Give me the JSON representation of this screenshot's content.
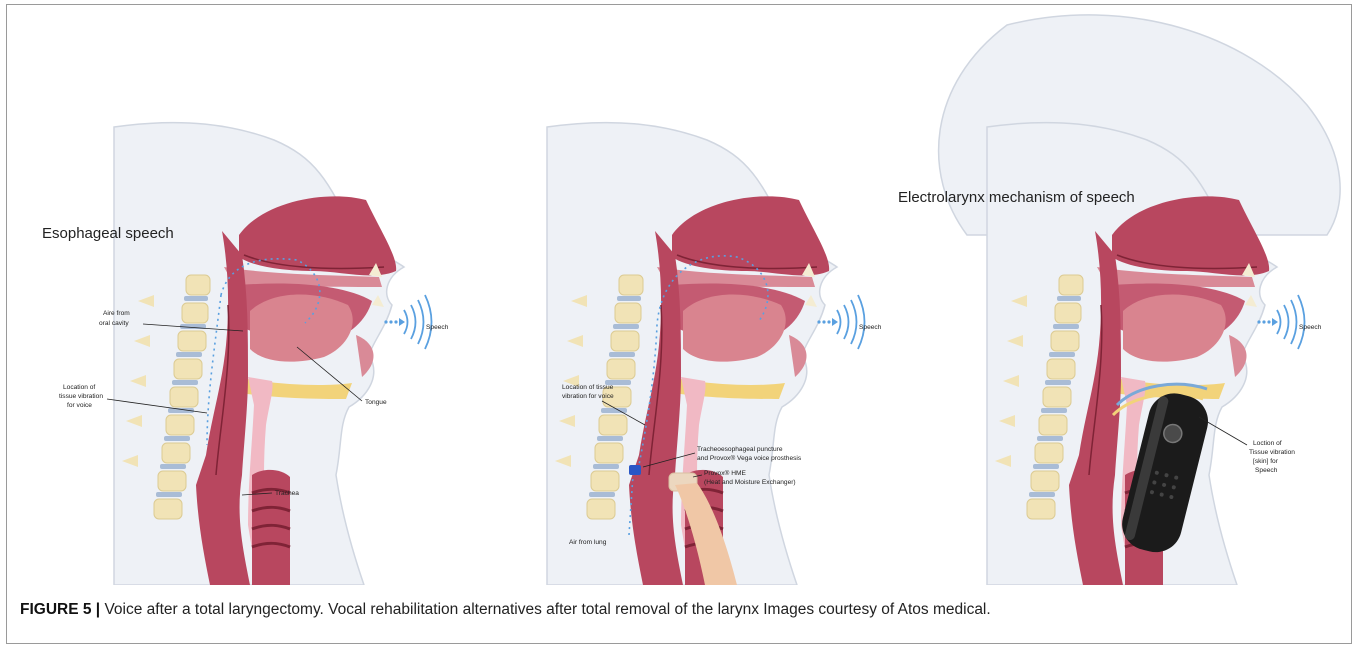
{
  "panels": [
    {
      "title": "Esophageal speech",
      "labels": {
        "speech": "Speech",
        "air_line1": "Aire from",
        "air_line2": "oral cavity",
        "tongue": "Tongue",
        "vib_line1": "Location of",
        "vib_line2": "tissue vibration",
        "vib_line3": "for voice",
        "trachea": "Trachea"
      }
    },
    {
      "title": "",
      "labels": {
        "speech": "Speech",
        "vib_line1": "Location of tissue",
        "vib_line2": "vibration for voice",
        "tep_line1": "Tracheoesophageal puncture",
        "tep_line2": "and Provox® Vega voice prosthesis",
        "hme_line1": "Provox® HME",
        "hme_line2": "(Heat and Moisture Exchanger)",
        "air_lung": "Air from lung"
      }
    },
    {
      "title": "Electrolarynx mechanism of  speech",
      "labels": {
        "speech": "Speech",
        "loc_line1": "Loction of",
        "loc_line2": "Tissue vibration",
        "loc_line3": "[skin] for",
        "loc_line4": "Speech"
      }
    }
  ],
  "caption": {
    "label": "FIGURE 5 |",
    "text": " Voice after a total laryngectomy. Vocal rehabilitation alternatives after total removal of the larynx Images courtesy of Atos medical."
  },
  "colors": {
    "mucosa": "#b8475f",
    "soft_palate": "#d98a97",
    "bone": "#f1e3b6",
    "skin": "#eef1f6",
    "airflow": "#5aa0e0",
    "device": "#1b1b1b"
  }
}
